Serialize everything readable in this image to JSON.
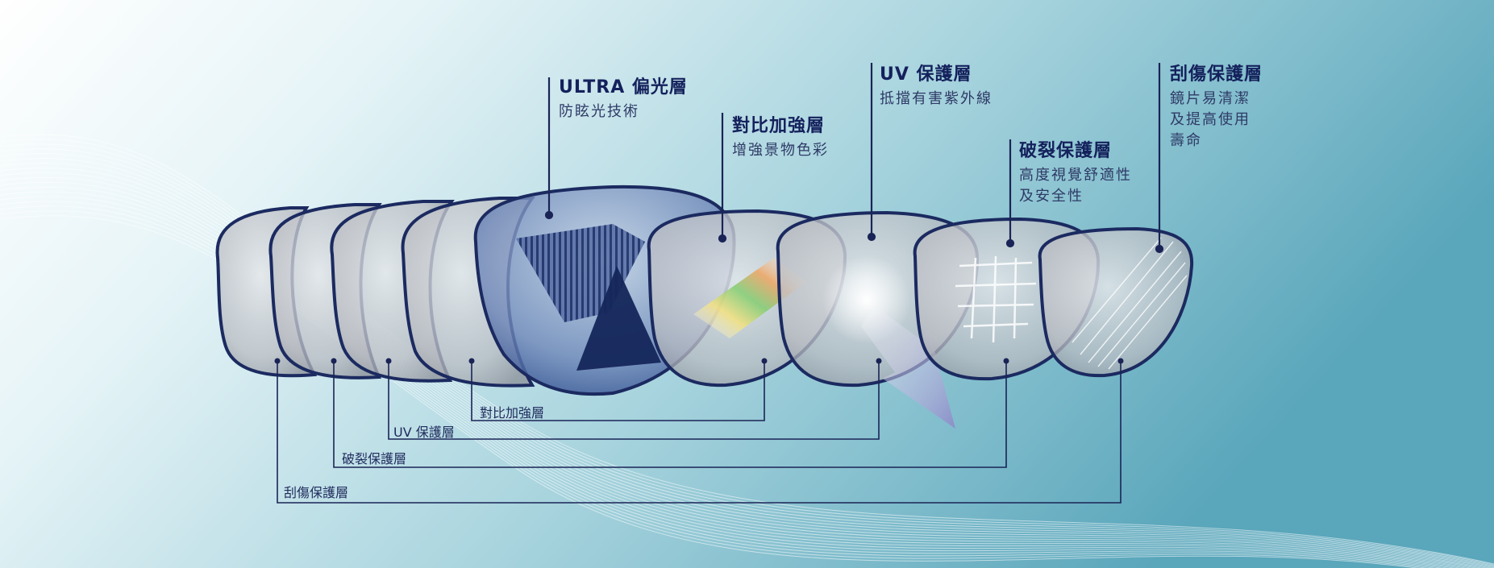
{
  "top_labels": [
    {
      "title": "ULTRA 偏光層",
      "lines": [
        "防眩光技術"
      ]
    },
    {
      "title": "對比加強層",
      "lines": [
        "增強景物色彩"
      ]
    },
    {
      "title": "UV 保護層",
      "lines": [
        "抵擋有害紫外線"
      ]
    },
    {
      "title": "破裂保護層",
      "lines": [
        "高度視覺舒適性",
        "及安全性"
      ]
    },
    {
      "title": "刮傷保護層",
      "lines": [
        "鏡片易清潔",
        "及提高使用",
        "壽命"
      ]
    }
  ],
  "bottom_labels": [
    "對比加強層",
    "UV 保護層",
    "破裂保護層",
    "刮傷保護層"
  ],
  "colors": {
    "background_light": "#f4fafc",
    "background_mid": "#a9d6e0",
    "background_dark": "#4f9fb6",
    "line": "#1a2456",
    "polarizer": "#1d2f6e",
    "arrow": "#8f8fc9"
  }
}
